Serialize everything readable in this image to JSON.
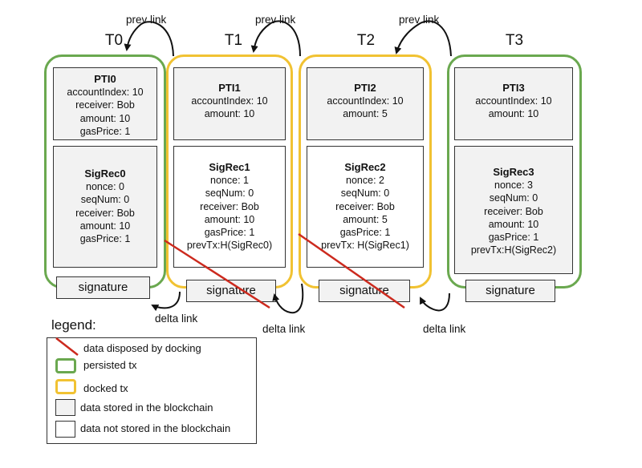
{
  "transactions": [
    {
      "title": "T0",
      "pti_title": "PTI0",
      "pti_lines": [
        "accountIndex: 10",
        "receiver: Bob",
        "amount: 10",
        "gasPrice: 1"
      ],
      "sig_title": "SigRec0",
      "sig_lines": [
        "nonce: 0",
        "seqNum: 0",
        "receiver: Bob",
        "amount: 10",
        "gasPrice: 1"
      ],
      "signature": "signature",
      "frame": "persisted"
    },
    {
      "title": "T1",
      "pti_title": "PTI1",
      "pti_lines": [
        "accountIndex: 10",
        "amount: 10"
      ],
      "sig_title": "SigRec1",
      "sig_lines": [
        "nonce: 1",
        "seqNum: 0",
        "receiver: Bob",
        "amount: 10",
        "gasPrice: 1",
        "prevTx:H(SigRec0)"
      ],
      "signature": "signature",
      "frame": "docked"
    },
    {
      "title": "T2",
      "pti_title": "PTI2",
      "pti_lines": [
        "accountIndex: 10",
        "amount: 5"
      ],
      "sig_title": "SigRec2",
      "sig_lines": [
        "nonce: 2",
        "seqNum: 0",
        "receiver: Bob",
        "amount: 5",
        "gasPrice: 1",
        "prevTx: H(SigRec1)"
      ],
      "signature": "signature",
      "frame": "docked"
    },
    {
      "title": "T3",
      "pti_title": "PTI3",
      "pti_lines": [
        "accountIndex: 10",
        "amount: 10"
      ],
      "sig_title": "SigRec3",
      "sig_lines": [
        "nonce: 3",
        "seqNum: 0",
        "receiver: Bob",
        "amount: 10",
        "gasPrice: 1",
        "prevTx:H(SigRec2)"
      ],
      "signature": "signature",
      "frame": "persisted"
    }
  ],
  "links": {
    "prev": [
      "prev link",
      "prev link",
      "prev link"
    ],
    "delta": [
      "delta link",
      "delta link",
      "delta link"
    ]
  },
  "legend": {
    "title": "legend:",
    "items": [
      {
        "symbol": "red-slash",
        "text": "data disposed by docking"
      },
      {
        "symbol": "green-box",
        "text": "persisted tx"
      },
      {
        "symbol": "yellow-box",
        "text": "docked tx"
      },
      {
        "symbol": "gray-box",
        "text": "data stored in the blockchain"
      },
      {
        "symbol": "white-box",
        "text": "data not stored in the blockchain"
      }
    ]
  },
  "colors": {
    "persisted": "#6aa84f",
    "docked": "#f1c232",
    "disposed": "#cc2a1e",
    "stored": "#f2f2f2",
    "not_stored": "#ffffff"
  }
}
